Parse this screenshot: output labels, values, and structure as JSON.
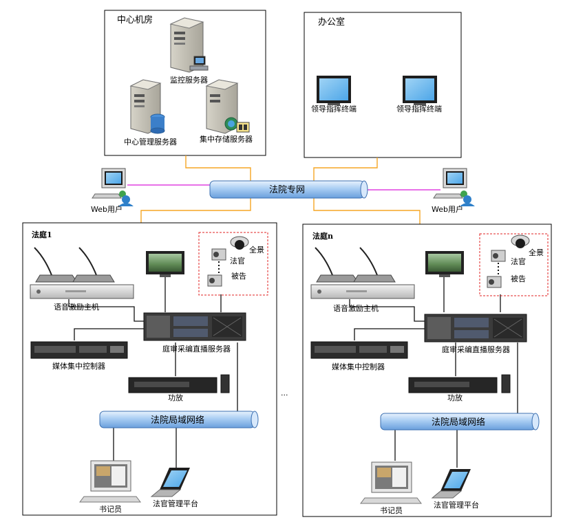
{
  "center_room": {
    "title": "中心机房",
    "monitor_server": "监控服务器",
    "management_server": "中心管理服务器",
    "storage_server": "集中存储服务器"
  },
  "office": {
    "title": "办公室",
    "terminal_1": "领导指挥终端",
    "terminal_2": "领导指挥终端"
  },
  "network": {
    "court_private": "法院专网",
    "web_user_left": "Web用户",
    "web_user_right": "Web用户",
    "ellipsis": "..."
  },
  "court_1": {
    "title": "法庭1",
    "voice_host": "语音激励主机",
    "media_controller": "媒体集中控制器",
    "broadcast_server": "庭审采编直播服务器",
    "amplifier": "功放",
    "lan": "法院局域网络",
    "clerk": "书记员",
    "judge_platform": "法官管理平台",
    "cam_panorama": "全景",
    "cam_judge": "法官",
    "cam_defendant": "被告"
  },
  "court_n": {
    "title": "法庭n",
    "voice_host": "语音激励主机",
    "media_controller": "媒体集中控制器",
    "broadcast_server": "庭审采编直播服务器",
    "amplifier": "功放",
    "lan": "法院局域网络",
    "clerk": "书记员",
    "judge_platform": "法官管理平台",
    "cam_panorama": "全景",
    "cam_judge": "法官",
    "cam_defendant": "被告"
  },
  "colors": {
    "link_orange": "#f5a623",
    "web_link": "#e040e0",
    "pipe_fill": "#bcd8f5",
    "camera_border": "#e02020"
  }
}
